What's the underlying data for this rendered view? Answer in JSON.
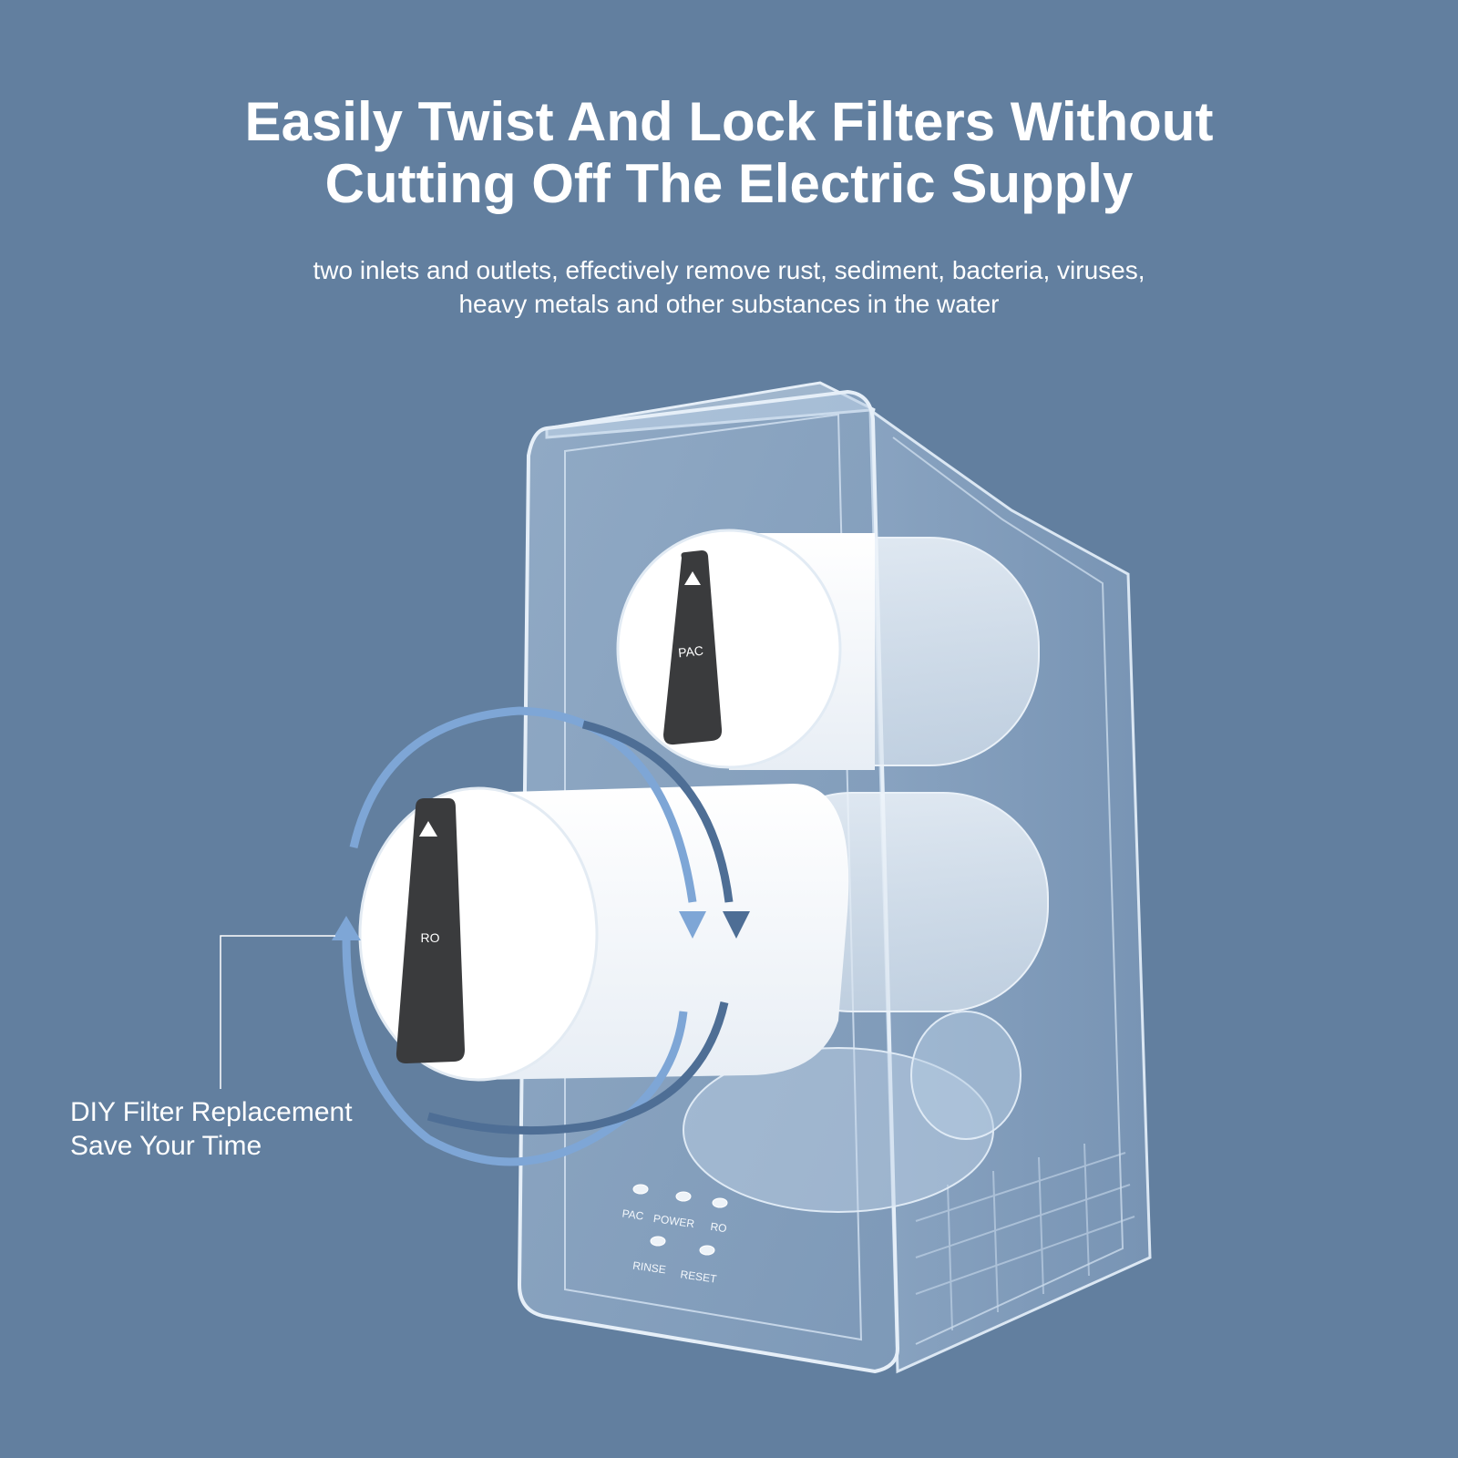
{
  "header": {
    "title_line1": "Easily Twist And Lock Filters Without",
    "title_line2": "Cutting Off The Electric Supply",
    "subtitle_line1": "two inlets and outlets, effectively remove rust, sediment, bacteria, viruses,",
    "subtitle_line2": "heavy metals and other substances in the water"
  },
  "product": {
    "filter_top_label": "PAC",
    "filter_front_label": "RO",
    "panel": {
      "pac": "PAC",
      "power": "POWER",
      "ro": "RO",
      "rinse": "RINSE",
      "reset": "RESET"
    }
  },
  "callout": {
    "line1": "DIY Filter Replacement",
    "line2": "Save Your Time"
  },
  "colors": {
    "background": "#627f9f",
    "arrow_light": "#7ea6d6",
    "arrow_dark": "#4e6e95",
    "filter_label_bg": "#3a3b3d"
  }
}
